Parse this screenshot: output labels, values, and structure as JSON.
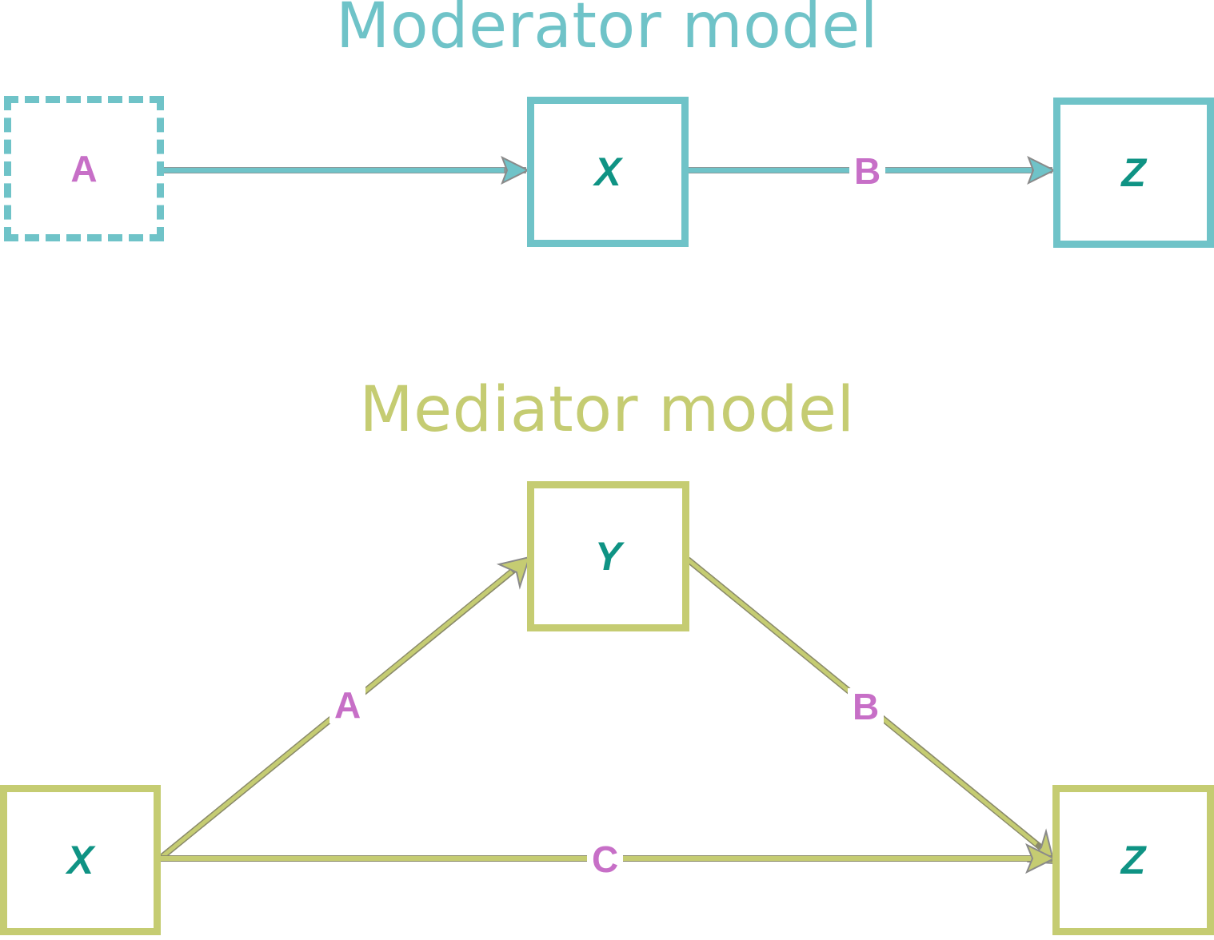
{
  "moderator": {
    "title": "Moderator model",
    "color": "#6fc3c8",
    "nodes": {
      "a": "A",
      "x": "X",
      "z": "Z"
    },
    "edges": {
      "x_to_z": "B"
    }
  },
  "mediator": {
    "title": "Mediator model",
    "color": "#c5cc72",
    "nodes": {
      "x": "X",
      "y": "Y",
      "z": "Z"
    },
    "edges": {
      "x_to_y": "A",
      "y_to_z": "B",
      "x_to_z": "C"
    }
  },
  "colors": {
    "variable_text": "#0f9384",
    "path_label": "#c76fc7"
  }
}
